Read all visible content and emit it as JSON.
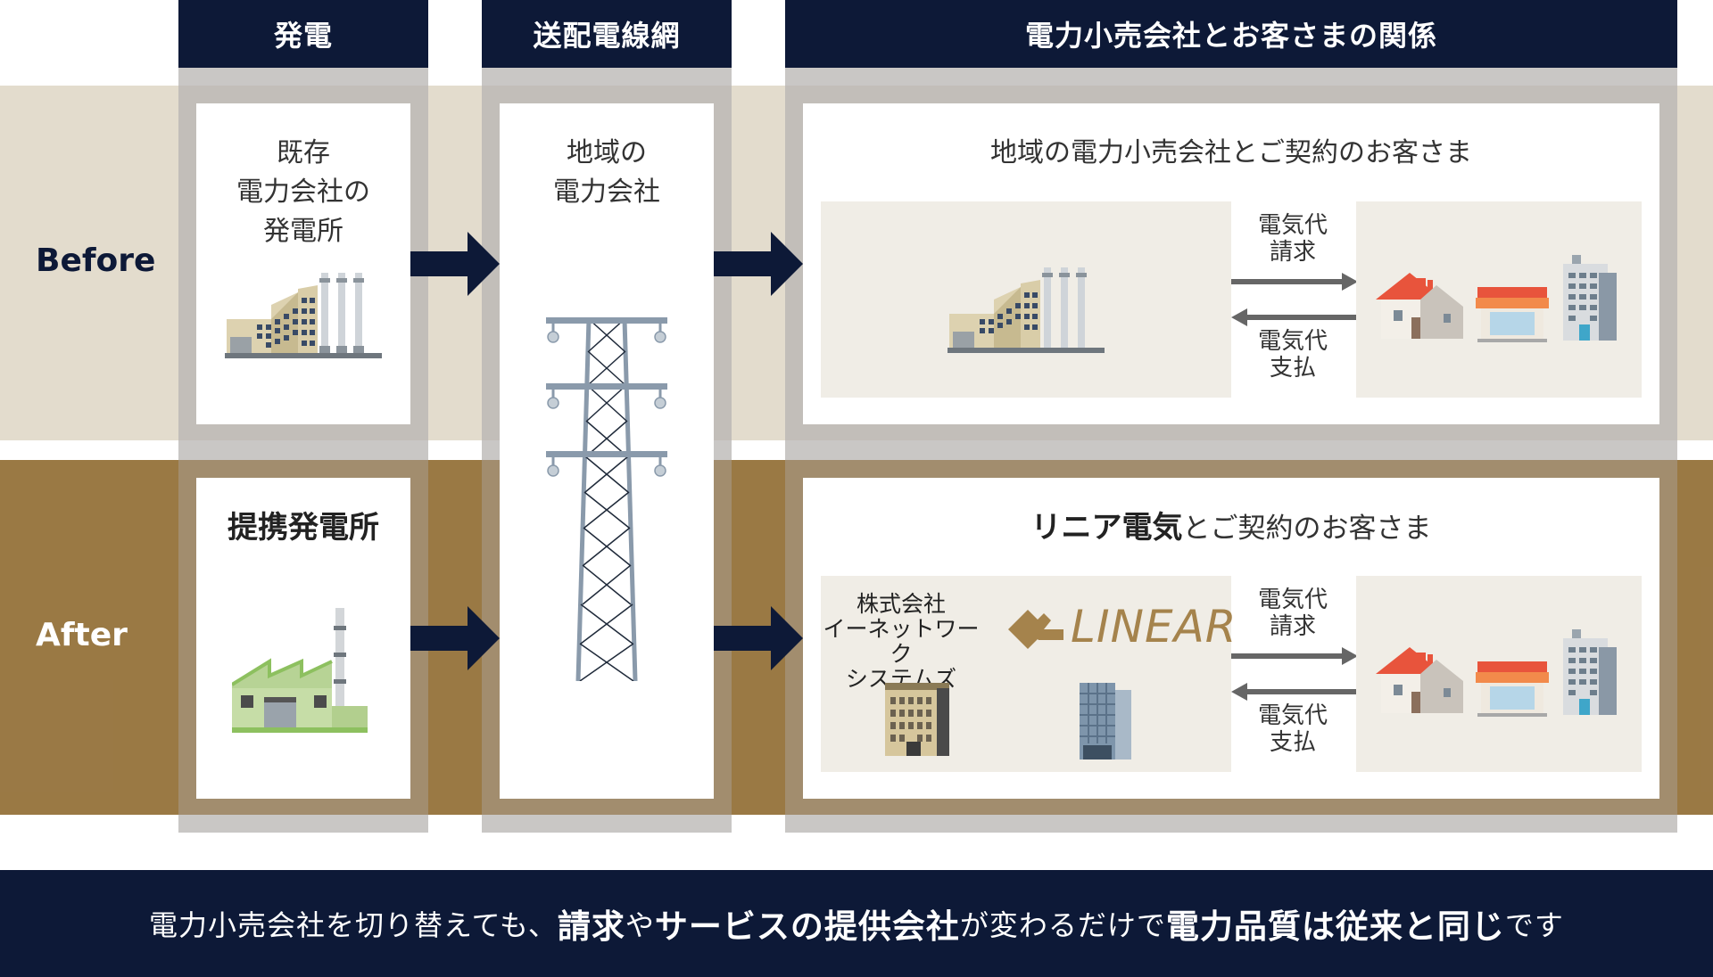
{
  "headers": {
    "generation": "発電",
    "grid": "送配電線網",
    "retail": "電力小売会社とお客さまの関係"
  },
  "rows": {
    "before_label": "Before",
    "after_label": "After"
  },
  "before": {
    "generation": [
      "既存",
      "電力会社の",
      "発電所"
    ],
    "grid": [
      "地域の",
      "電力会社"
    ],
    "retail_title": "地域の電力小売会社とご契約のお客さま",
    "bill_label": [
      "電気代",
      "請求"
    ],
    "pay_label": [
      "電気代",
      "支払"
    ]
  },
  "after": {
    "generation": "提携発電所",
    "retail_title_bold": "リニア電気",
    "retail_title_rest": "とご契約のお客さま",
    "company_name": [
      "株式会社",
      "イーネットワーク",
      "システムズ"
    ],
    "logo_text": "LINEAR",
    "bill_label": [
      "電気代",
      "請求"
    ],
    "pay_label": [
      "電気代",
      "支払"
    ]
  },
  "footer": {
    "p1": "電力小売会社を切り替えても、",
    "b1": "請求",
    "p2": "や",
    "b2": "サービスの提供会社",
    "p3": "が変わるだけで",
    "b3": "電力品質は従来と同じ",
    "p4": "です"
  },
  "colors": {
    "navy": "#0d1937",
    "before_band": "#e3dccd",
    "after_band": "#a5834c",
    "gold": "#a5834c"
  }
}
